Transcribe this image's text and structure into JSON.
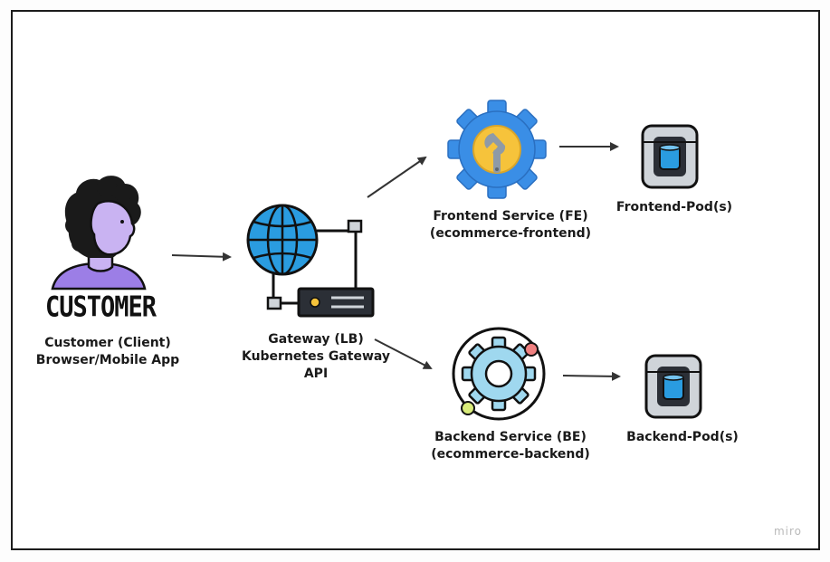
{
  "customer": {
    "caption": "CUSTOMER",
    "label_line1": "Customer (Client)",
    "label_line2": "Browser/Mobile App"
  },
  "gateway": {
    "label_line1": "Gateway (LB)",
    "label_line2": "Kubernetes Gateway",
    "label_line3": "API"
  },
  "frontend_service": {
    "label_line1": "Frontend Service (FE)",
    "label_line2": "(ecommerce-frontend)"
  },
  "frontend_pod": {
    "label": "Frontend-Pod(s)"
  },
  "backend_service": {
    "label_line1": "Backend Service (BE)",
    "label_line2": "(ecommerce-backend)"
  },
  "backend_pod": {
    "label": "Backend-Pod(s)"
  },
  "watermark": "miro",
  "colors": {
    "gear_blue": "#3a8ee6",
    "gear_yellow": "#f6c33b",
    "globe_blue": "#2a9ce0",
    "backend_gear": "#9fd8ef",
    "avatar_purple": "#c9b3f2",
    "orbit_red": "#f08080",
    "orbit_green": "#d9ec7a"
  }
}
